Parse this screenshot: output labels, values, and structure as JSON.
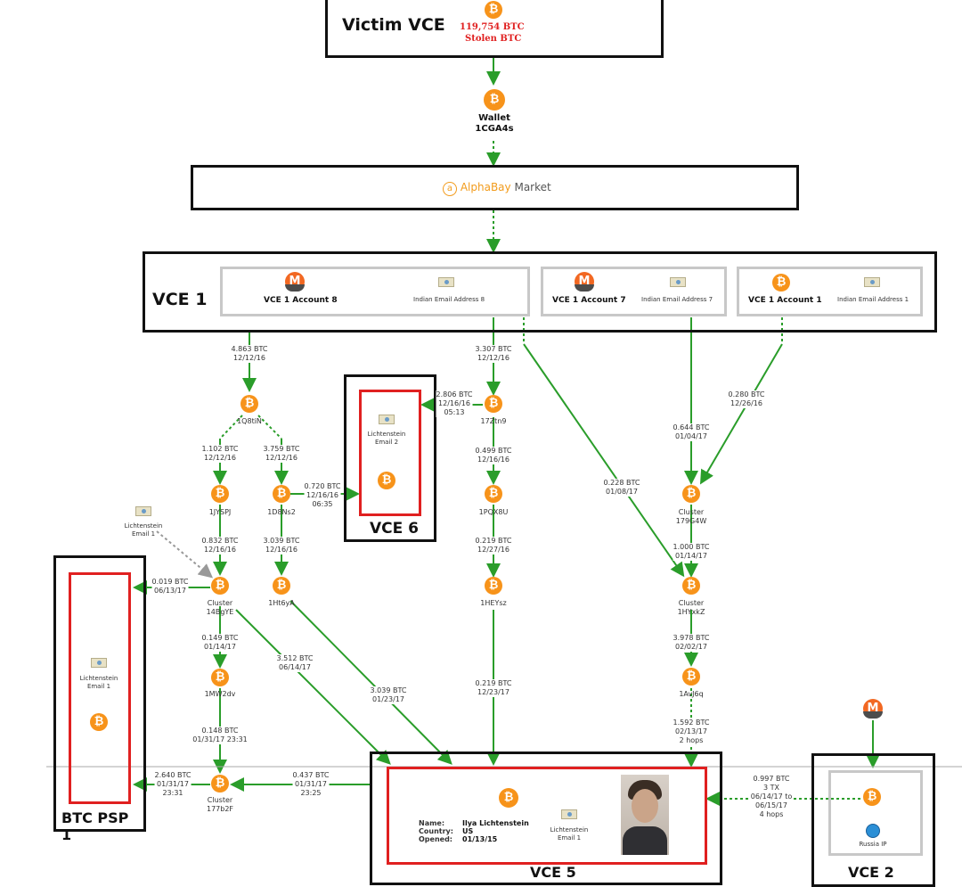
{
  "colors": {
    "flow": "#2a9d2a",
    "dotted_grey": "#999999",
    "red_box": "#e02020",
    "btc": "#f7931a",
    "monero": "#f26822",
    "stolen": "#e02020"
  },
  "victim": {
    "title": "Victim VCE",
    "amount": "119,754 BTC",
    "stolen": "Stolen BTC"
  },
  "wallet": {
    "label": "Wallet",
    "id": "1CGA4s"
  },
  "market": {
    "name": "AlphaBay",
    "suffix": "Market"
  },
  "vce1": {
    "title": "VCE 1",
    "acct8": "VCE 1 Account 8",
    "email8": "Indian Email Address 8",
    "acct7": "VCE 1 Account 7",
    "email7": "Indian Email Address 7",
    "acct1": "VCE 1 Account 1",
    "email1": "Indian Email Address 1"
  },
  "vce6": {
    "title": "VCE 6",
    "email_l1": "Lichtenstein",
    "email_l2": "Email 2"
  },
  "psp": {
    "title": "BTC PSP 1",
    "email_l1": "Lichtenstein",
    "email_l2": "Email 1"
  },
  "float_email": {
    "l1": "Lichtenstein",
    "l2": "Email 1"
  },
  "vce5": {
    "title": "VCE 5",
    "k_name": "Name:",
    "k_country": "Country:",
    "k_opened": "Opened:",
    "v_name": "Ilya Lichtenstein",
    "v_country": "US",
    "v_opened": "01/13/15",
    "email_l1": "Lichtenstein",
    "email_l2": "Email 1"
  },
  "vce2": {
    "title": "VCE 2",
    "ip": "Russia IP"
  },
  "nodes": {
    "n1q8tin": "1Q8tiN",
    "n1jyspj": "1JYSPJ",
    "n1d8ns2": "1D8Ns2",
    "n1ht6ya": "1Ht6yA",
    "cluster14bgye_a": "Cluster",
    "cluster14bgye_b": "14BgYE",
    "n1mw2dv": "1MW2dv",
    "cluster177b2f_a": "Cluster",
    "cluster177b2f_b": "177b2F",
    "n17ztn9": "17Ztn9",
    "n1pqx8u": "1PQX8U",
    "n1heysz": "1HEYsz",
    "cluster179g4w_a": "Cluster",
    "cluster179g4w_b": "179G4W",
    "cluster1hyxkz_a": "Cluster",
    "cluster1hyxkz_b": "1HYxkZ",
    "n1avj6q": "1AvJ6q"
  },
  "edges": {
    "e1": [
      "4.863 BTC",
      "12/12/16"
    ],
    "e2": [
      "1.102 BTC",
      "12/12/16"
    ],
    "e3": [
      "3.759 BTC",
      "12/12/16"
    ],
    "e4": [
      "0.720 BTC",
      "12/16/16",
      "06:35"
    ],
    "e5": [
      "0.832 BTC",
      "12/16/16"
    ],
    "e6": [
      "3.039 BTC",
      "12/16/16"
    ],
    "e7": [
      "0.019 BTC",
      "06/13/17"
    ],
    "e8": [
      "0.149 BTC",
      "01/14/17"
    ],
    "e9": [
      "0.148 BTC",
      "01/31/17 23:31"
    ],
    "e10": [
      "2.640 BTC",
      "01/31/17",
      "23:31"
    ],
    "e11": [
      "0.437 BTC",
      "01/31/17",
      "23:25"
    ],
    "e12": [
      "3.512 BTC",
      "06/14/17"
    ],
    "e13": [
      "3.039 BTC",
      "01/23/17"
    ],
    "e14": [
      "3.307 BTC",
      "12/12/16"
    ],
    "e15": [
      "2.806 BTC",
      "12/16/16",
      "05:13"
    ],
    "e16": [
      "0.499 BTC",
      "12/16/16"
    ],
    "e17": [
      "0.219 BTC",
      "12/27/16"
    ],
    "e18": [
      "0.219 BTC",
      "12/23/17"
    ],
    "e19": [
      "0.228 BTC",
      "01/08/17"
    ],
    "e20": [
      "0.644 BTC",
      "01/04/17"
    ],
    "e21": [
      "0.280 BTC",
      "12/26/16"
    ],
    "e22": [
      "1.000 BTC",
      "01/14/17"
    ],
    "e23": [
      "3.978 BTC",
      "02/02/17"
    ],
    "e24": [
      "1.592 BTC",
      "02/13/17",
      "2 hops"
    ],
    "e25": [
      "0.997 BTC",
      "3 TX",
      "06/14/17 to",
      "06/15/17",
      "4 hops"
    ]
  }
}
